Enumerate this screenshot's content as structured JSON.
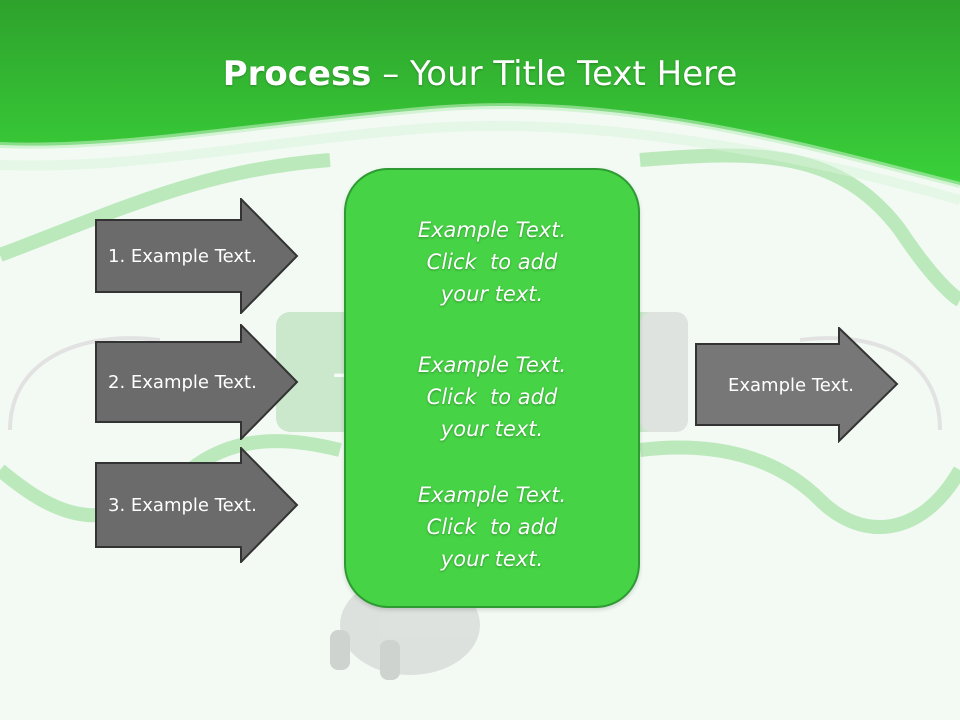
{
  "title": {
    "bold": "Process",
    "rest": " – Your Title Text Here"
  },
  "left_arrows": [
    {
      "label": "1. Example Text."
    },
    {
      "label": "2. Example Text."
    },
    {
      "label": "3. Example Text."
    }
  ],
  "center_box": {
    "blocks": [
      {
        "line1": "Example Text.",
        "line2": "Click  to add",
        "line3": "your text."
      },
      {
        "line1": "Example Text.",
        "line2": "Click  to add",
        "line3": "your text."
      },
      {
        "line1": "Example Text.",
        "line2": "Click  to add",
        "line3": "your text."
      }
    ]
  },
  "right_arrow": {
    "label": "Example Text."
  },
  "colors": {
    "header_green": "#38c935",
    "box_green": "#46d345",
    "arrow_gray": "#6b6b6b",
    "arrow_gray_light": "#777777"
  }
}
